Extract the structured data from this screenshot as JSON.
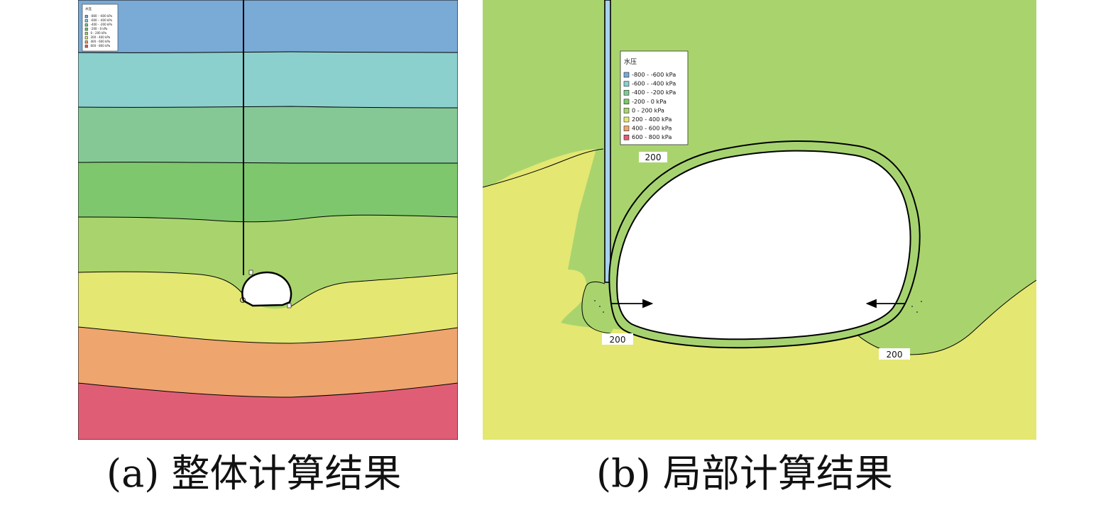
{
  "legend": {
    "title": "水压",
    "entries": [
      {
        "label": "-800 - -600 kPa",
        "color": "#7aaad6"
      },
      {
        "label": "-600 - -400 kPa",
        "color": "#8bd0cd"
      },
      {
        "label": "-400 - -200 kPa",
        "color": "#85c896"
      },
      {
        "label": "-200 - 0 kPa",
        "color": "#7ec76d"
      },
      {
        "label": "0 - 200 kPa",
        "color": "#a9d46d"
      },
      {
        "label": "200 - 400 kPa",
        "color": "#e4e772"
      },
      {
        "label": "400 - 600 kPa",
        "color": "#eea56e"
      },
      {
        "label": "600 - 800 kPa",
        "color": "#e05e75"
      }
    ]
  },
  "contour_labels": [
    "200",
    "200",
    "200"
  ],
  "captions": {
    "a": "(a) 整体计算结果",
    "b": "(b) 局部计算结果"
  }
}
